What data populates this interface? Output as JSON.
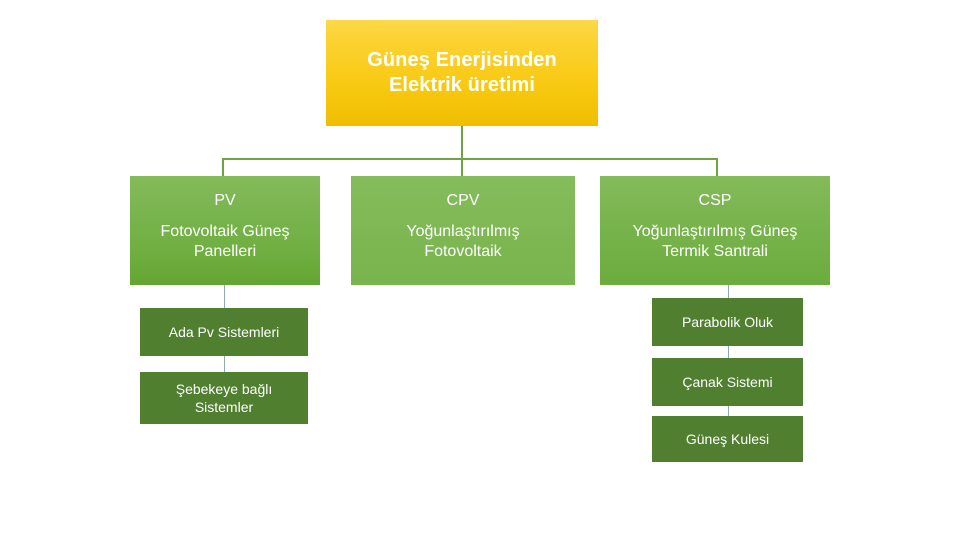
{
  "diagram": {
    "type": "org-chart",
    "title_box": {
      "lines": [
        "Güneş Enerjisinden",
        "Elektrik üretimi"
      ],
      "fill_top": "#FDD848",
      "fill_bottom": "#F0BE00",
      "text_color": "#FFFFFF"
    },
    "level1": [
      {
        "abbr": "PV",
        "name_lines": [
          "Fotovoltaik Güneş",
          "Panelleri"
        ],
        "fill": "#79B44E"
      },
      {
        "abbr": "CPV",
        "name_lines": [
          "Yoğunlaştırılmış",
          "Fotovoltaik"
        ],
        "fill": "#7FB854"
      },
      {
        "abbr": "CSP",
        "name_lines": [
          "Yoğunlaştırılmış Güneş",
          "Termik Santrali"
        ],
        "fill": "#79B44E"
      }
    ],
    "level2_left": [
      {
        "lines": [
          "Ada Pv Sistemleri"
        ],
        "fill": "#4F7F2F"
      },
      {
        "lines": [
          "Şebekeye bağlı",
          "Sistemler"
        ],
        "fill": "#4F7F2F"
      }
    ],
    "level2_right": [
      {
        "lines": [
          "Parabolik Oluk"
        ],
        "fill": "#4F7F2F"
      },
      {
        "lines": [
          "Çanak Sistemi"
        ],
        "fill": "#4F7F2F"
      },
      {
        "lines": [
          "Güneş Kulesi"
        ],
        "fill": "#4F7F2F"
      }
    ],
    "connector_color": "#6FA344",
    "connector_color_thin": "#8FA7B8"
  }
}
